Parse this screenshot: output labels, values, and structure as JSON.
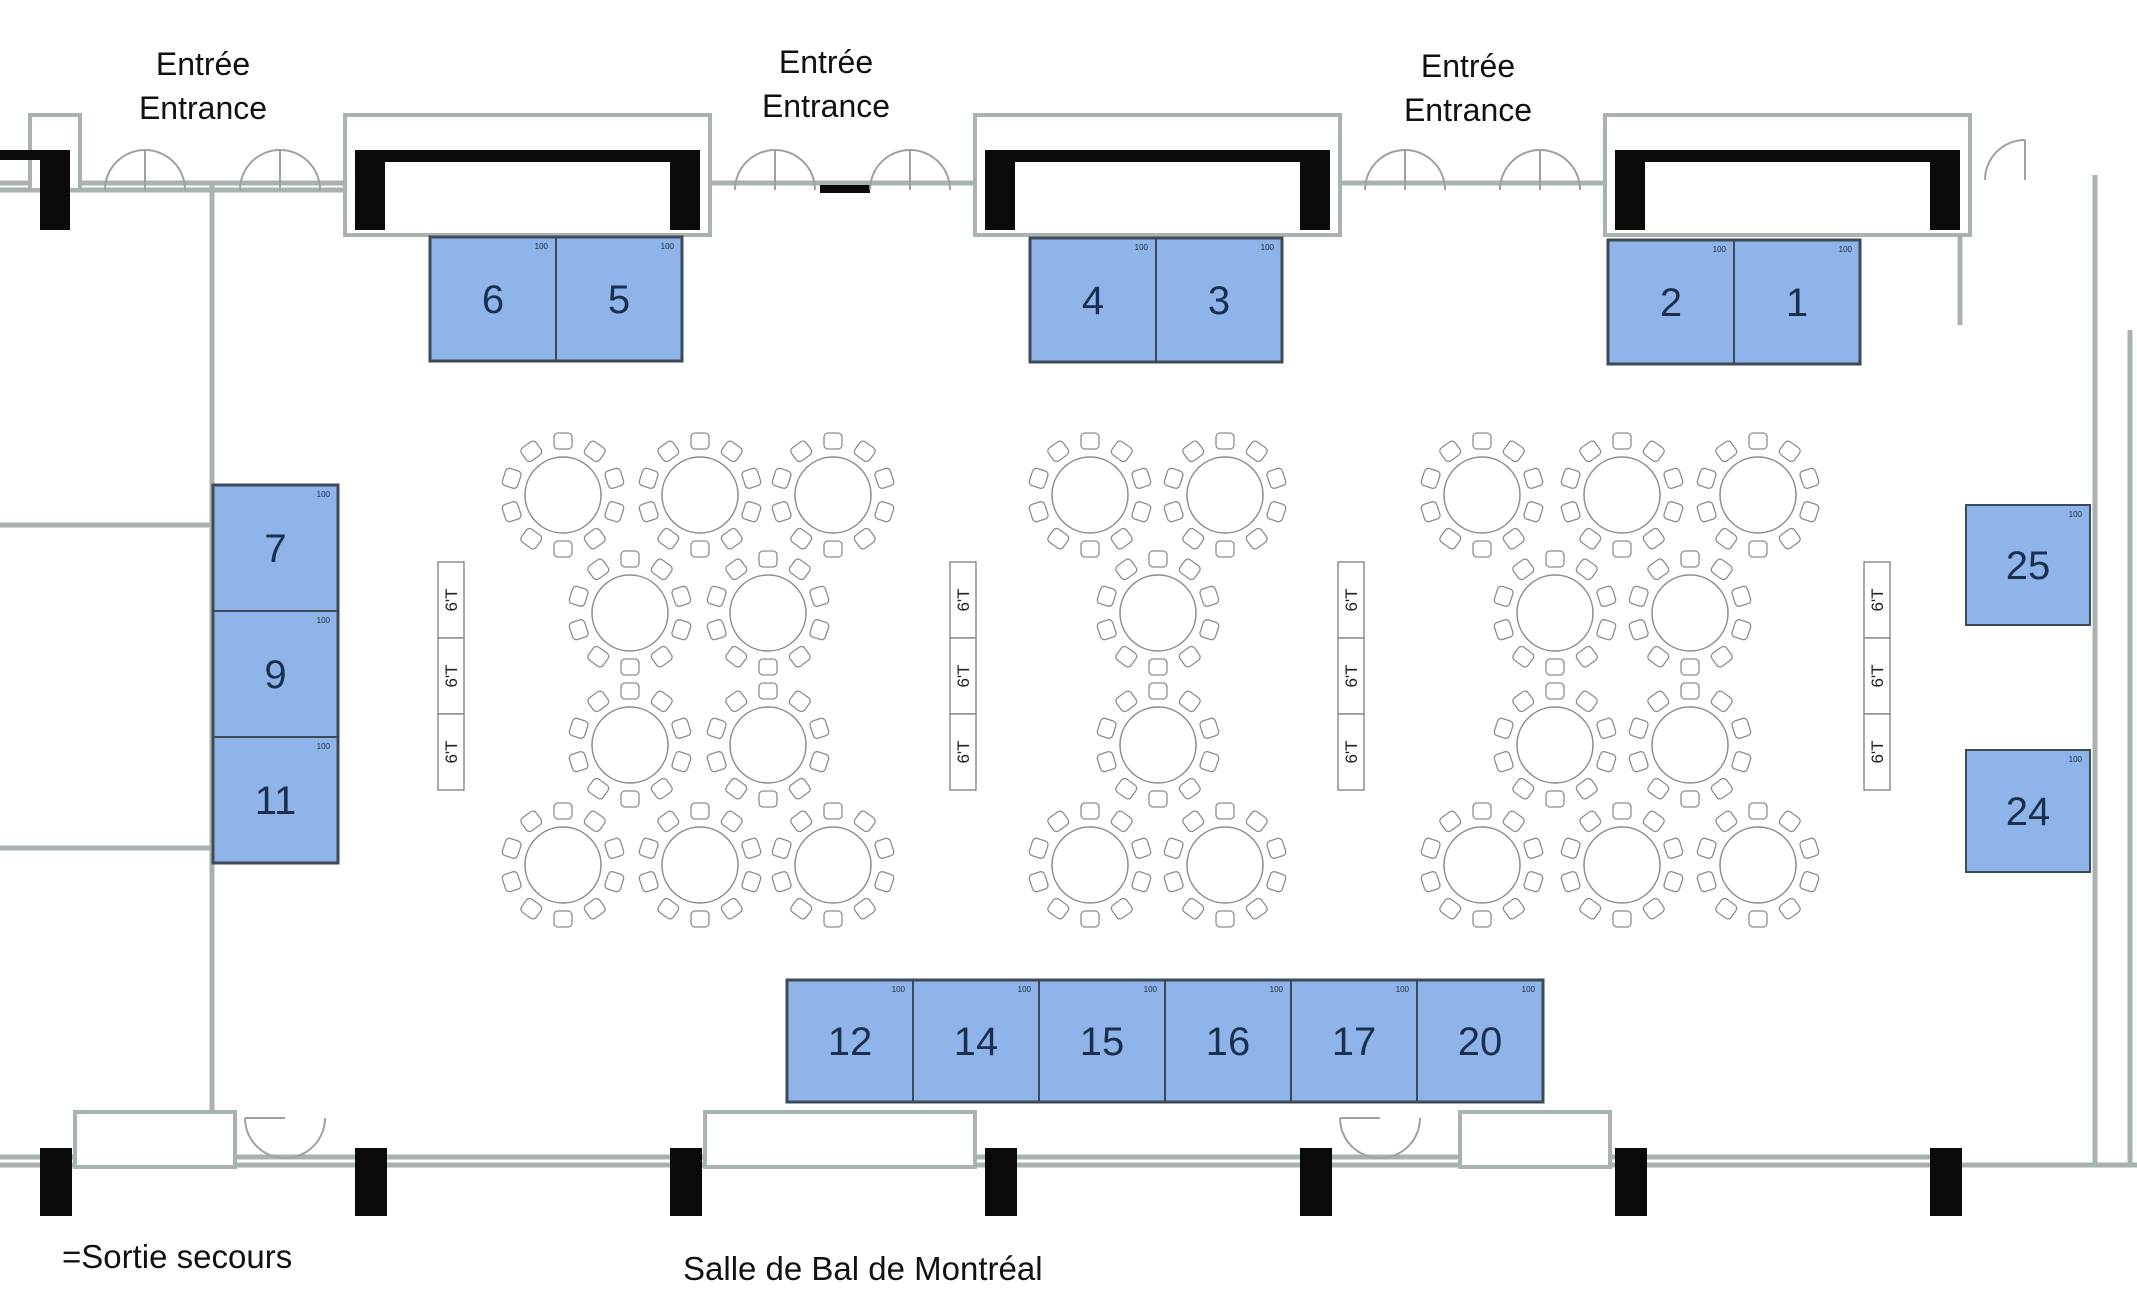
{
  "entrances": [
    {
      "fr": "Entrée",
      "en": "Entrance"
    },
    {
      "fr": "Entrée",
      "en": "Entrance"
    },
    {
      "fr": "Entrée",
      "en": "Entrance"
    }
  ],
  "legend": {
    "emergency_exit": "=Sortie secours"
  },
  "room_name": "Salle de Bal de Montréal",
  "booth_size_label": "100",
  "table_label": "6'T",
  "booth_color": "#8fb4ea",
  "booths": {
    "top_left": [
      "6",
      "5"
    ],
    "top_middle": [
      "4",
      "3"
    ],
    "top_right": [
      "2",
      "1"
    ],
    "left_column": [
      "7",
      "9",
      "11"
    ],
    "right_upper": "25",
    "right_lower": "24",
    "bottom_row": [
      "12",
      "14",
      "15",
      "16",
      "17",
      "20"
    ]
  }
}
